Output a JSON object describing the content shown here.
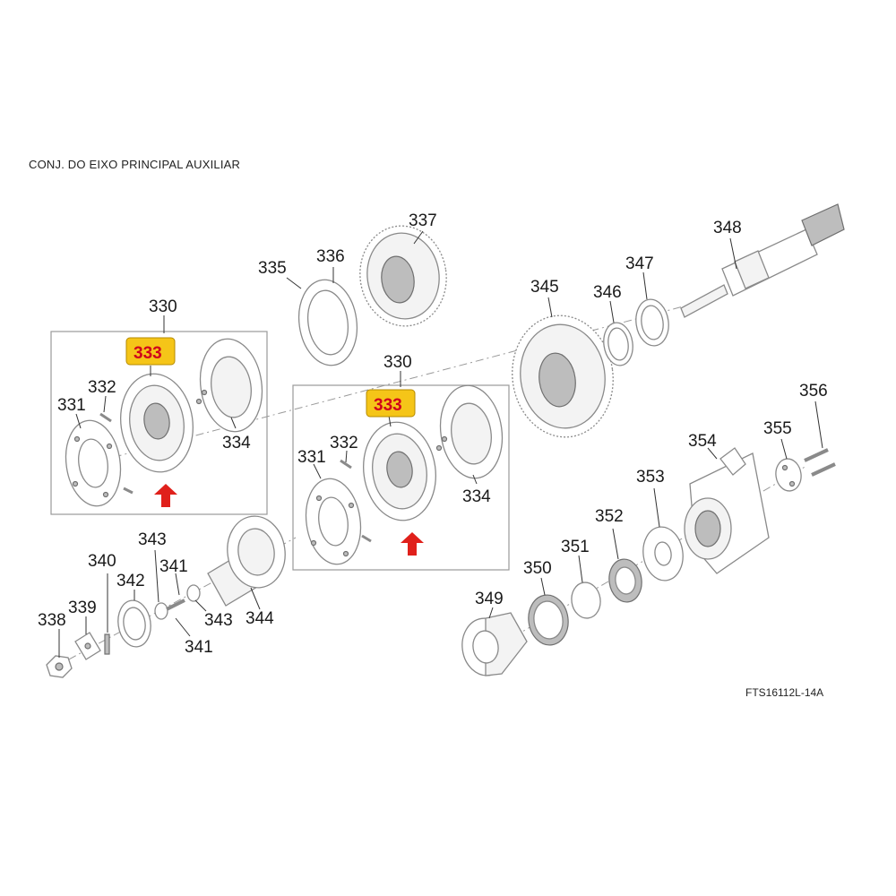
{
  "title": "CONJ. DO EIXO PRINCIPAL AUXILIAR",
  "drawing_code": "FTS16112L-14A",
  "colors": {
    "highlight_fill": "#f5c518",
    "highlight_text": "#d0021b",
    "arrow": "#e0201b"
  },
  "labels": {
    "p330a": "330",
    "p333a": "333",
    "p332a": "332",
    "p331a": "331",
    "p334a": "334",
    "p330b": "330",
    "p333b": "333",
    "p332b": "332",
    "p331b": "331",
    "p334b": "334",
    "p335": "335",
    "p336": "336",
    "p337": "337",
    "p338": "338",
    "p339": "339",
    "p340": "340",
    "p341a": "341",
    "p341b": "341",
    "p342": "342",
    "p343a": "343",
    "p343b": "343",
    "p344": "344",
    "p345": "345",
    "p346": "346",
    "p347": "347",
    "p348": "348",
    "p349": "349",
    "p350": "350",
    "p351": "351",
    "p352": "352",
    "p353": "353",
    "p354": "354",
    "p355": "355",
    "p356": "356"
  }
}
